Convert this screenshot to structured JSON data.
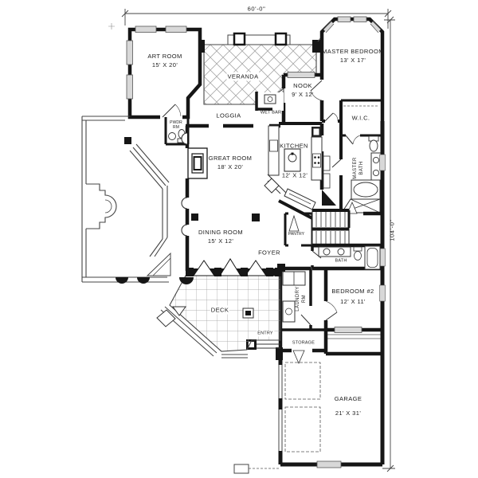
{
  "title": "House floor plan",
  "dimensions": {
    "width": "60'-0\"",
    "height": "104'-0\""
  },
  "rooms": {
    "art_room": {
      "name": "ART ROOM",
      "size": "15' X 20'"
    },
    "veranda": {
      "name": "VERANDA"
    },
    "master_bedroom": {
      "name": "MASTER BEDROOM",
      "size": "13' X 17'"
    },
    "nook": {
      "name": "NOOK",
      "size": "9' X 12'"
    },
    "wet_bar": {
      "name": "WET BAR"
    },
    "loggia": {
      "name": "LOGGIA"
    },
    "powder_room": {
      "line1": "PWDR",
      "line2": "RM"
    },
    "wic": {
      "name": "W.I.C."
    },
    "great_room": {
      "name": "GREAT ROOM",
      "size": "18' X 20'"
    },
    "kitchen": {
      "name": "KITCHEN",
      "size": "12' X 12'"
    },
    "master_bath": {
      "line1": "MASTER",
      "line2": "BATH"
    },
    "dining_room": {
      "name": "DINING ROOM",
      "size": "15' X 12'"
    },
    "foyer": {
      "name": "FOYER"
    },
    "pantry": {
      "name": "PANTRY"
    },
    "bath": {
      "name": "BATH"
    },
    "bedroom_2": {
      "name": "BEDROOM #2",
      "size": "12' X 11'"
    },
    "laundry": {
      "line1": "LAUNDRY",
      "line2": "RM"
    },
    "deck": {
      "name": "DECK"
    },
    "entry": {
      "name": "ENTRY"
    },
    "storage": {
      "name": "STORAGE"
    },
    "garage": {
      "name": "GARAGE",
      "size": "21' X 31'"
    }
  },
  "colors": {
    "line": "#161616",
    "window_fill": "#d8d8d8",
    "pattern_line": "#a8a8a8",
    "background": "#ffffff"
  }
}
